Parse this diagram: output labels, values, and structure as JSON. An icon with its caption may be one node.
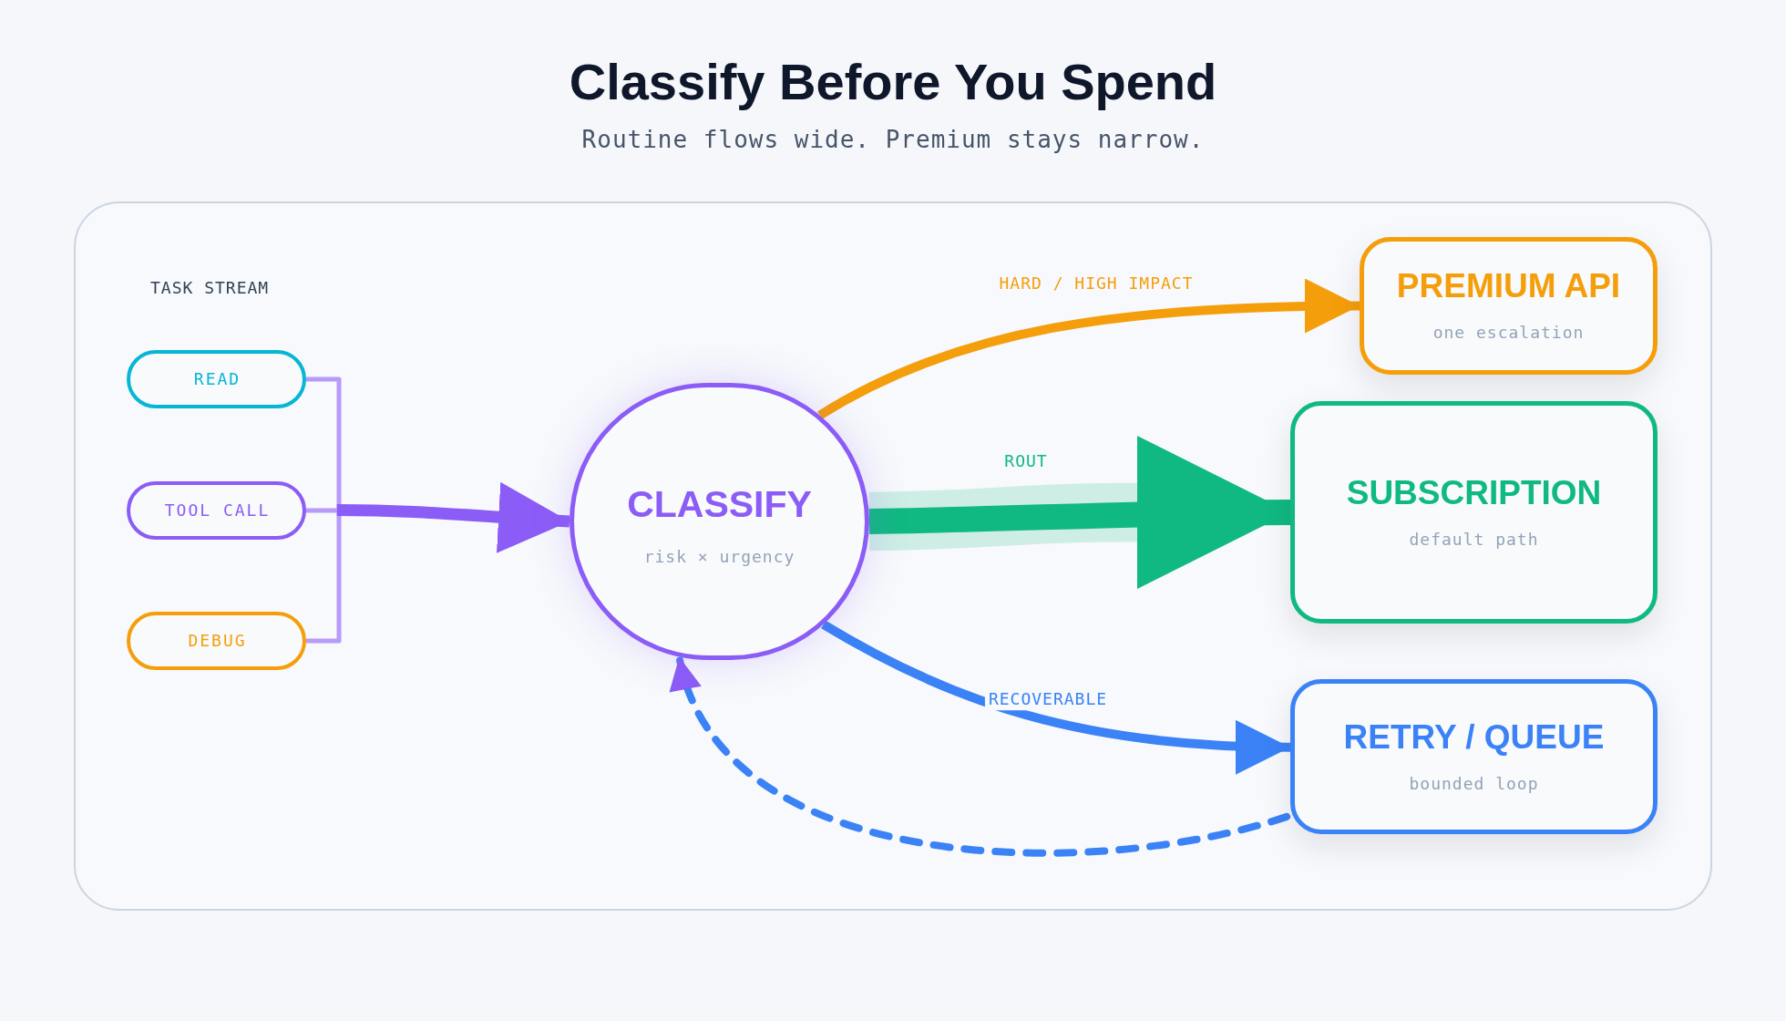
{
  "diagram": {
    "title": "Classify Before You Spend",
    "nodes": [
      {
        "text": [
          "READ"
        ]
      },
      {
        "text": [
          "TOOL CALL"
        ]
      },
      {
        "text": [
          "DEBUG"
        ]
      },
      {
        "text": [
          "CLASSIFY",
          "risk × urgency"
        ]
      },
      {
        "text": [
          "PREMIUM API",
          "one escalation"
        ]
      },
      {
        "text": [
          "SUBSCRIPTION",
          "default path"
        ]
      },
      {
        "text": [
          "RETRY / QUEUE",
          "bounded loop"
        ]
      }
    ],
    "edges": [
      {
        "from": 0,
        "to": 3,
        "arrow": "to",
        "color": "#8b5cf6"
      },
      {
        "from": 1,
        "to": 3,
        "arrow": "to",
        "color": "#8b5cf6"
      },
      {
        "from": 2,
        "to": 3,
        "arrow": "to",
        "color": "#8b5cf6"
      },
      {
        "from": 3,
        "to": 4,
        "arrow": "to",
        "label": "HARD / HIGH IMPACT",
        "color": "#f59e0b"
      },
      {
        "from": 3,
        "to": 5,
        "arrow": "to",
        "label": "ROUT",
        "style": "thick",
        "color": "#10b981"
      },
      {
        "from": 3,
        "to": 6,
        "arrow": "to",
        "label": "RECOVERABLE",
        "color": "#3b82f6"
      },
      {
        "from": 6,
        "to": 3,
        "arrow": "to",
        "style": "dashed",
        "color": "#3b82f6"
      }
    ],
    "labels": [
      "Routine flows wide. Premium stays narrow.",
      "TASK STREAM"
    ]
  }
}
